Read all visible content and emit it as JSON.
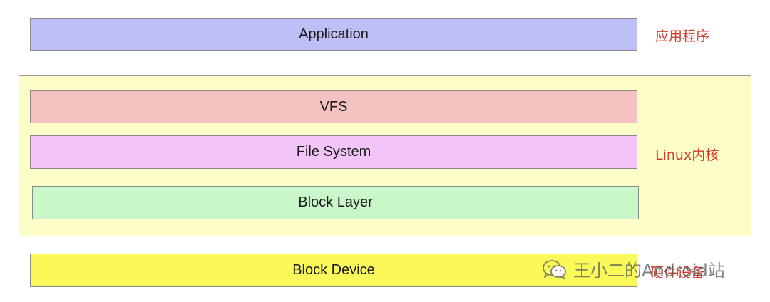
{
  "layers": {
    "application": {
      "label": "Application",
      "color": "#bfbff7"
    },
    "vfs": {
      "label": "VFS",
      "color": "#f4c2c0"
    },
    "file_system": {
      "label": "File System",
      "color": "#f2c4f7"
    },
    "block_layer": {
      "label": "Block Layer",
      "color": "#c9f7c9"
    },
    "block_device": {
      "label": "Block Device",
      "color": "#f9f95a"
    }
  },
  "kernel_box": {
    "color": "#fdfdc8"
  },
  "side_labels": {
    "application": "应用程序",
    "kernel": "Linux内核",
    "hardware": "硬件设备"
  },
  "label_color": "#d23a2a",
  "watermark": {
    "text": "王小二的Android站",
    "icon": "wechat-icon"
  }
}
